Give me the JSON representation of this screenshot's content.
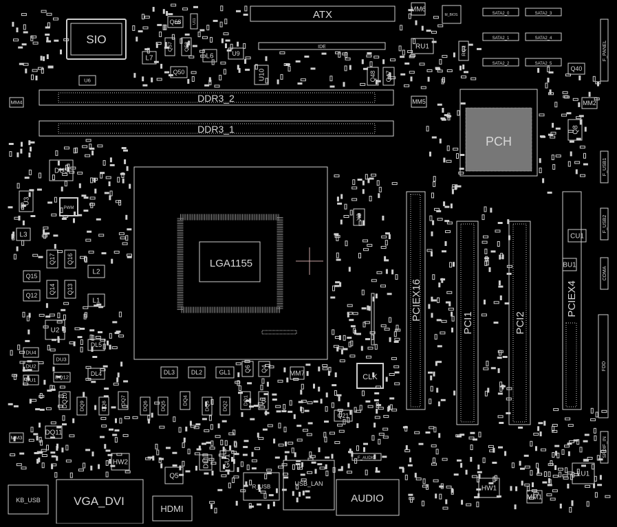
{
  "board": {
    "connectors": {
      "atx": "ATX",
      "ide": "IDE",
      "ddr3_2": "DDR3_2",
      "ddr3_1": "DDR3_1",
      "pciex16": "PCIEX16",
      "pci1": "PCI1",
      "pci2": "PCI2",
      "pciex4": "PCIEX4",
      "vga_dvi": "VGA_DVI",
      "hdmi": "HDMI",
      "usb_lan": "USB_LAN",
      "audio": "AUDIO",
      "f_audio": "F_AUDIO",
      "kb_usb": "KB_USB",
      "r_usb": "R_USB",
      "f_panel": "F_PANEL",
      "f_usb1": "F_USB1",
      "f_usb2": "F_USB2",
      "coma": "COMA",
      "fdd": "FDD",
      "sata": [
        "SATA2_0",
        "SATA2_3",
        "SATA2_1",
        "SATA2_4",
        "SATA2_2",
        "SATA2_5"
      ],
      "spdif": "SPDIF_IN",
      "m_bios": "M_BIOS"
    },
    "chips": {
      "sio": "SIO",
      "pch": "PCH",
      "cpu": "LGA1155",
      "clk": "CLK",
      "pwm": "PWM"
    },
    "labels": [
      "Q68",
      "U11",
      "U6",
      "L7",
      "Q57",
      "Q58",
      "L6",
      "U9",
      "Q50",
      "U10",
      "Q48",
      "Q47",
      "RU1",
      "RQ1",
      "Q40",
      "BU1",
      "DU5",
      "U3",
      "L3",
      "Q17",
      "Q16",
      "Q15",
      "Q14",
      "Q13",
      "Q12",
      "L2",
      "L1",
      "U2",
      "DL5",
      "DU4",
      "DU2",
      "DU1",
      "DU3",
      "DQ12",
      "DL4",
      "DL3",
      "DL2",
      "GL1",
      "Q6",
      "Q4",
      "Q21",
      "X2",
      "Q8",
      "CU1",
      "LU1",
      "HW1",
      "HW2",
      "Q5",
      "DL1",
      "DQ11",
      "DQ10",
      "DQ9",
      "DQ8",
      "DQ7",
      "DQ6",
      "DQ5",
      "DQ4",
      "DQ3",
      "DQ2",
      "DQ1",
      "GU1",
      "Q1",
      "MM1",
      "MM2",
      "MM3",
      "MM4",
      "MM5",
      "MM6",
      "MM7",
      "MH1"
    ]
  }
}
